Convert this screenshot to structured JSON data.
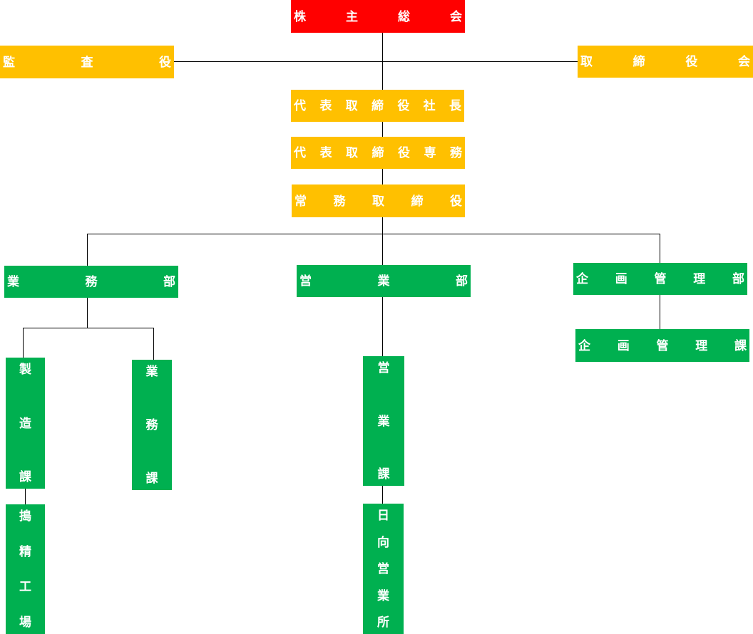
{
  "colors": {
    "top": "#ff0000",
    "executive": "#ffc000",
    "department": "#00b050"
  },
  "nodes": {
    "shareholders_meeting": [
      "株",
      "主",
      "総",
      "会"
    ],
    "auditor": [
      "監",
      "査",
      "役"
    ],
    "board": [
      "取",
      "締",
      "役",
      "会"
    ],
    "president": [
      "代",
      "表",
      "取",
      "締",
      "役",
      "社",
      "長"
    ],
    "senior_md": [
      "代",
      "表",
      "取",
      "締",
      "役",
      "専",
      "務"
    ],
    "managing_director": [
      "常",
      "務",
      "取",
      "締",
      "役"
    ],
    "business_dept": [
      "業",
      "務",
      "部"
    ],
    "sales_dept": [
      "営",
      "業",
      "部"
    ],
    "planning_dept": [
      "企",
      "画",
      "管",
      "理",
      "部"
    ],
    "planning_section": [
      "企",
      "画",
      "管",
      "理",
      "課"
    ],
    "manufacturing_section": [
      "製",
      "造",
      "課"
    ],
    "business_section": [
      "業",
      "務",
      "課"
    ],
    "sales_section": [
      "営",
      "業",
      "課"
    ],
    "polishing_factory": [
      "搗",
      "精",
      "工",
      "場"
    ],
    "hyuga_office": [
      "日",
      "向",
      "営",
      "業",
      "所"
    ]
  }
}
